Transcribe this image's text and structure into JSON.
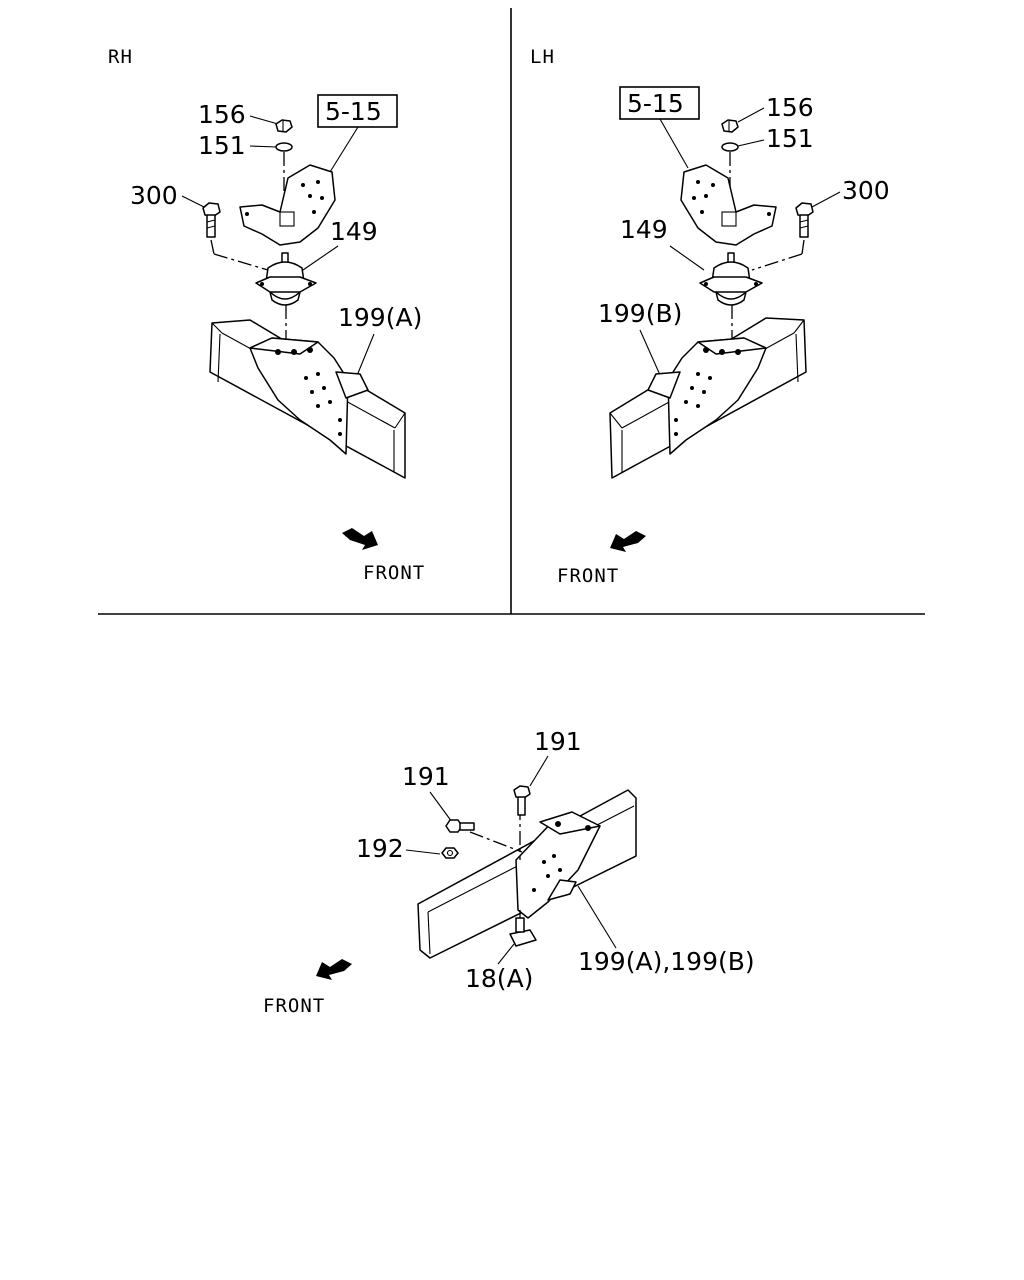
{
  "panels": {
    "rh": {
      "side_label": "RH",
      "ref_box": "5-15",
      "callouts": {
        "nut": "156",
        "washer": "151",
        "bolt": "300",
        "mount": "149",
        "bracket": "199(A)"
      },
      "front_label": "FRONT"
    },
    "lh": {
      "side_label": "LH",
      "ref_box": "5-15",
      "callouts": {
        "nut": "156",
        "washer": "151",
        "bolt": "300",
        "mount": "149",
        "bracket": "199(B)"
      },
      "front_label": "FRONT"
    },
    "bottom": {
      "callouts": {
        "bolt_top": "191",
        "bolt_side": "191",
        "nut": "192",
        "clip": "18(A)",
        "brackets": "199(A),199(B)"
      },
      "front_label": "FRONT"
    }
  }
}
